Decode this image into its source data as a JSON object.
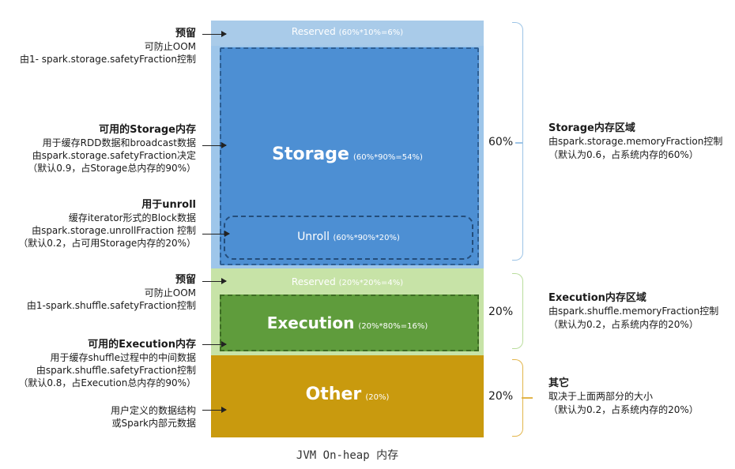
{
  "colors": {
    "reserved_top": "#a9cbe9",
    "storage": "#4d8fd3",
    "execution_reserved": "#c7e3a7",
    "execution": "#5f9c3c",
    "other": "#c99a0e",
    "brace_storage": "#9cc4e6",
    "brace_execution": "#b9dd9c",
    "brace_other": "#e2b54a"
  },
  "regions": {
    "reserved_top": {
      "name": "Reserved",
      "formula": "(60%*10%=6%)"
    },
    "storage": {
      "name": "Storage",
      "formula": "(60%*90%=54%)"
    },
    "unroll": {
      "name": "Unroll",
      "formula": "(60%*90%*20%)"
    },
    "reserved_exec": {
      "name": "Reserved",
      "formula": "(20%*20%=4%)"
    },
    "execution": {
      "name": "Execution",
      "formula": "(20%*80%=16%)"
    },
    "other": {
      "name": "Other",
      "formula": "(20%)"
    }
  },
  "left_annotations": [
    {
      "title": "预留",
      "lines": [
        "可防止OOM",
        "由1- spark.storage.safetyFraction控制"
      ]
    },
    {
      "title": "可用的Storage内存",
      "lines": [
        "用于缓存RDD数据和broadcast数据",
        "由spark.storage.safetyFraction决定",
        "（默认0.9，占Storage总内存的90%）"
      ]
    },
    {
      "title": "用于unroll",
      "lines": [
        "缓存iterator形式的Block数据",
        "由spark.storage.unrollFraction 控制",
        "（默认0.2，占可用Storage内存的20%）"
      ]
    },
    {
      "title": "预留",
      "lines": [
        "可防止OOM",
        "由1-spark.shuffle.safetyFraction控制"
      ]
    },
    {
      "title": "可用的Execution内存",
      "lines": [
        "用于缓存shuffle过程中的中间数据",
        "由spark.shuffle.safetyFraction控制",
        "（默认0.8，占Execution总内存的90%）"
      ]
    },
    {
      "title": "",
      "lines": [
        "用户定义的数据结构",
        "或Spark内部元数据"
      ]
    }
  ],
  "right_annotations": [
    {
      "percent": "60%",
      "title": "Storage内存区域",
      "lines": [
        "由spark.storage.memoryFraction控制",
        "（默认为0.6，占系统内存的60%）"
      ]
    },
    {
      "percent": "20%",
      "title": "Execution内存区域",
      "lines": [
        "由spark.shuffle.memoryFraction控制",
        "（默认为0.2，占系统内存的20%）"
      ]
    },
    {
      "percent": "20%",
      "title": "其它",
      "lines": [
        "取决于上面两部分的大小",
        "（默认为0.2，占系统内存的20%）"
      ]
    }
  ],
  "caption": "JVM On-heap 内存"
}
